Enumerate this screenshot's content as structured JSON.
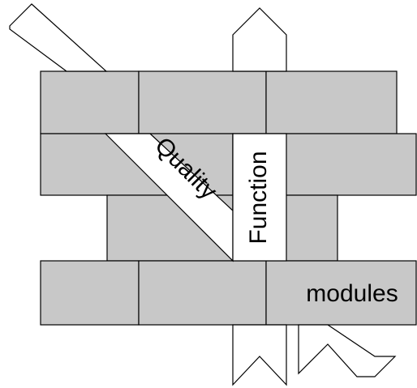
{
  "labels": {
    "quality": "Quality",
    "function": "Function",
    "modules": "modules"
  },
  "colors": {
    "brick_fill": "#c8c8c8",
    "ribbon_fill": "#ffffff",
    "stroke": "#000000"
  }
}
